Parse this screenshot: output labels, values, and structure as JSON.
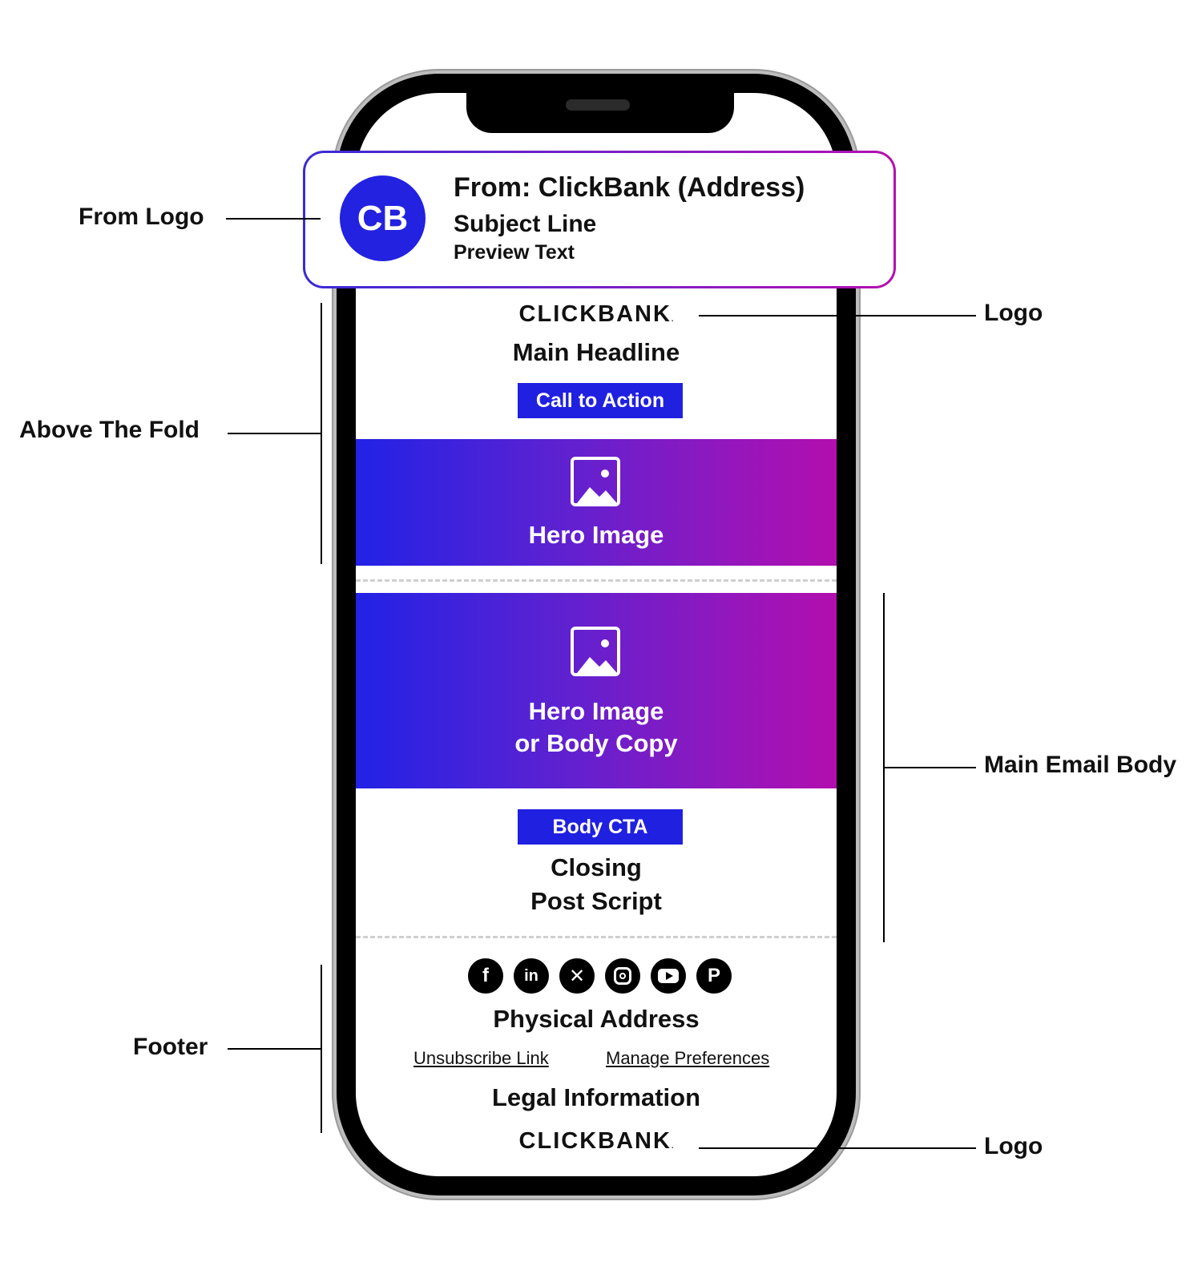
{
  "notification": {
    "avatar_text": "CB",
    "from": "From: ClickBank (Address)",
    "subject": "Subject Line",
    "preview": "Preview Text"
  },
  "email": {
    "logo_text": "CLICKBANK",
    "logo_mark": ".",
    "headline": "Main Headline",
    "cta": "Call to Action",
    "hero1_text": "Hero Image",
    "hero2_line1": "Hero Image",
    "hero2_line2": "or Body Copy",
    "body_cta": "Body CTA",
    "closing": "Closing",
    "post_script": "Post Script"
  },
  "footer": {
    "social_icons": [
      "facebook-icon",
      "linkedin-icon",
      "x-icon",
      "instagram-icon",
      "youtube-icon",
      "pinterest-icon"
    ],
    "physical_address": "Physical Address",
    "unsubscribe": "Unsubscribe Link",
    "manage": "Manage Preferences",
    "legal": "Legal Information",
    "logo_text": "CLICKBANK"
  },
  "annotations": {
    "from_logo": "From Logo",
    "above_fold": "Above The Fold",
    "footer": "Footer",
    "logo_top": "Logo",
    "main_body": "Main Email Body",
    "logo_bottom": "Logo"
  },
  "colors": {
    "brand_blue": "#2020e0",
    "gradient_start": "#2222e6",
    "gradient_end": "#b30eae"
  }
}
